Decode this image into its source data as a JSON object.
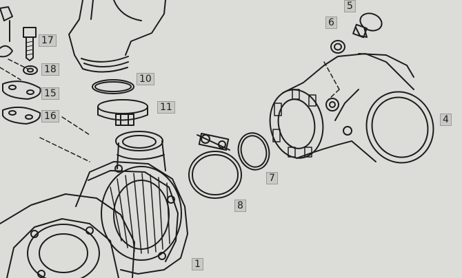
{
  "diagram": {
    "callouts": [
      {
        "id": "p1",
        "label": "1"
      },
      {
        "id": "p4",
        "label": "4"
      },
      {
        "id": "p5",
        "label": "5"
      },
      {
        "id": "p6",
        "label": "6"
      },
      {
        "id": "p7",
        "label": "7"
      },
      {
        "id": "p8",
        "label": "8"
      },
      {
        "id": "p10",
        "label": "10"
      },
      {
        "id": "p11",
        "label": "11"
      },
      {
        "id": "p15",
        "label": "15"
      },
      {
        "id": "p16",
        "label": "16"
      },
      {
        "id": "p17",
        "label": "17"
      },
      {
        "id": "p18",
        "label": "18"
      }
    ],
    "colors": {
      "paper": "#dcdcd8",
      "ink": "#1c1c1c",
      "tag": "#c9c9c5"
    }
  }
}
